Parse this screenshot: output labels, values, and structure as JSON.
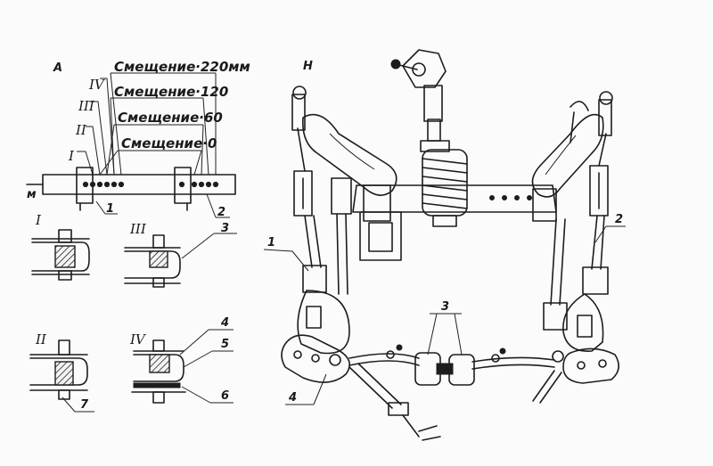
{
  "figure": {
    "panel_left_label": "А",
    "panel_right_label": "Н",
    "side_label_m": "м",
    "offsets": [
      {
        "roman": "IV",
        "text": "Смещение·220мм"
      },
      {
        "roman": "III",
        "text": "Смещение·120"
      },
      {
        "roman": "II",
        "text": "Смещение·60"
      },
      {
        "roman": "I",
        "text": "Смещение·0"
      }
    ],
    "left_callouts": [
      "1",
      "2"
    ],
    "detail_views": [
      {
        "roman": "I"
      },
      {
        "roman": "III",
        "callout": "3"
      },
      {
        "roman": "II",
        "callout": "7"
      },
      {
        "roman": "IV",
        "callouts": [
          "4",
          "5",
          "6"
        ]
      }
    ],
    "right_callouts": [
      "1",
      "2",
      "3",
      "4"
    ]
  }
}
